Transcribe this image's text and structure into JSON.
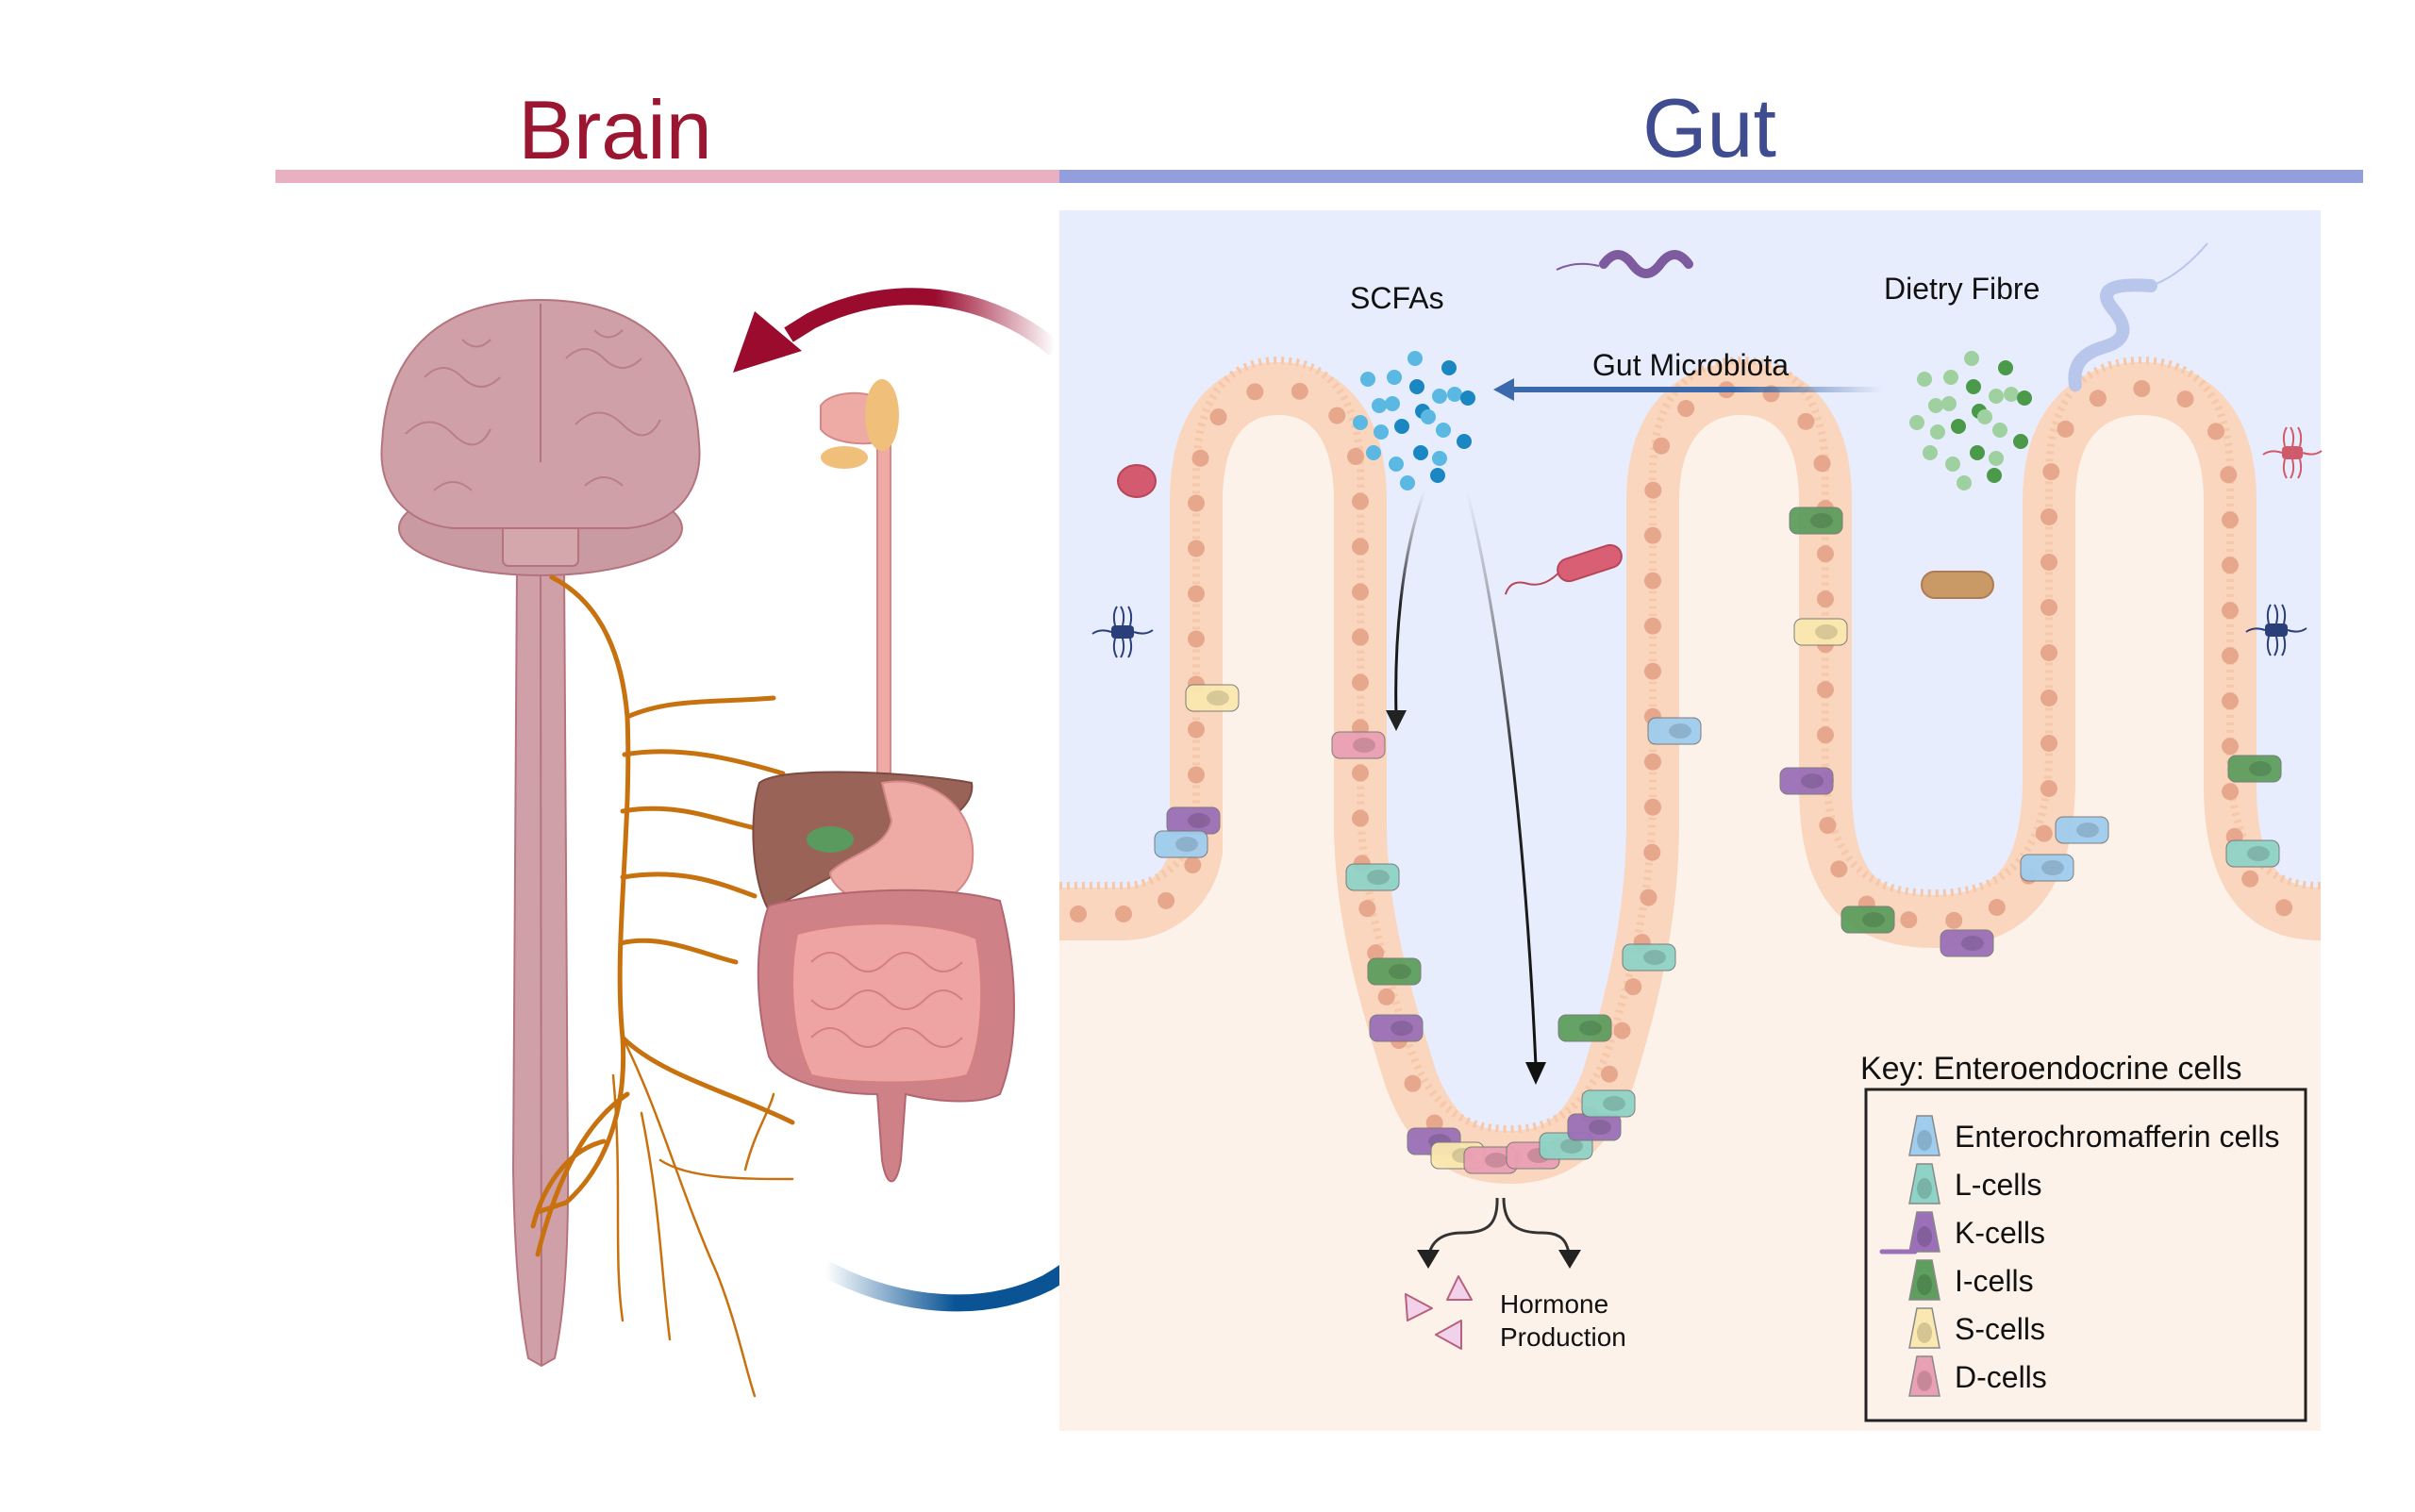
{
  "header": {
    "brain_title": "Brain",
    "gut_title": "Gut"
  },
  "colors": {
    "brain_title": "#9b1630",
    "gut_title": "#3f4c8f",
    "brain_bar": "#e8b0c0",
    "gut_bar": "#939fdd",
    "lumen": "#e7edfc",
    "tissue": "#fdf2ea",
    "epithelium": "#f9d6bd",
    "nucleus": "#e6a78c",
    "nerve": "#c8720f",
    "brain_tissue": "#cfa0a7",
    "arrow_to_brain": "#9a0b2e",
    "arrow_to_gut": "#0a5496",
    "microbiota_arrow": "#3a6aac",
    "scfa_dot": "#3fa9d8",
    "fibre_dot": "#7dbf7d"
  },
  "gut_panel": {
    "labels": {
      "scfas": "SCFAs",
      "dietary_fibre": "Dietry Fibre",
      "gut_microbiota": "Gut Microbiota"
    },
    "hormone_production": {
      "line1": "Hormone",
      "line2": "Production"
    }
  },
  "key": {
    "title": "Key: Enteroendocrine cells",
    "items": [
      {
        "label": "Enterochromafferin cells",
        "icon": "enterochromaffin-cell-icon",
        "color": "#9fcdee"
      },
      {
        "label": "L-cells",
        "icon": "l-cell-icon",
        "color": "#8fd3c6"
      },
      {
        "label": "K-cells",
        "icon": "k-cell-icon",
        "color": "#9b70b8"
      },
      {
        "label": "I-cells",
        "icon": "i-cell-icon",
        "color": "#5e9e5e"
      },
      {
        "label": "S-cells",
        "icon": "s-cell-icon",
        "color": "#fbe8b0"
      },
      {
        "label": "D-cells",
        "icon": "d-cell-icon",
        "color": "#eaa0b4"
      }
    ]
  }
}
